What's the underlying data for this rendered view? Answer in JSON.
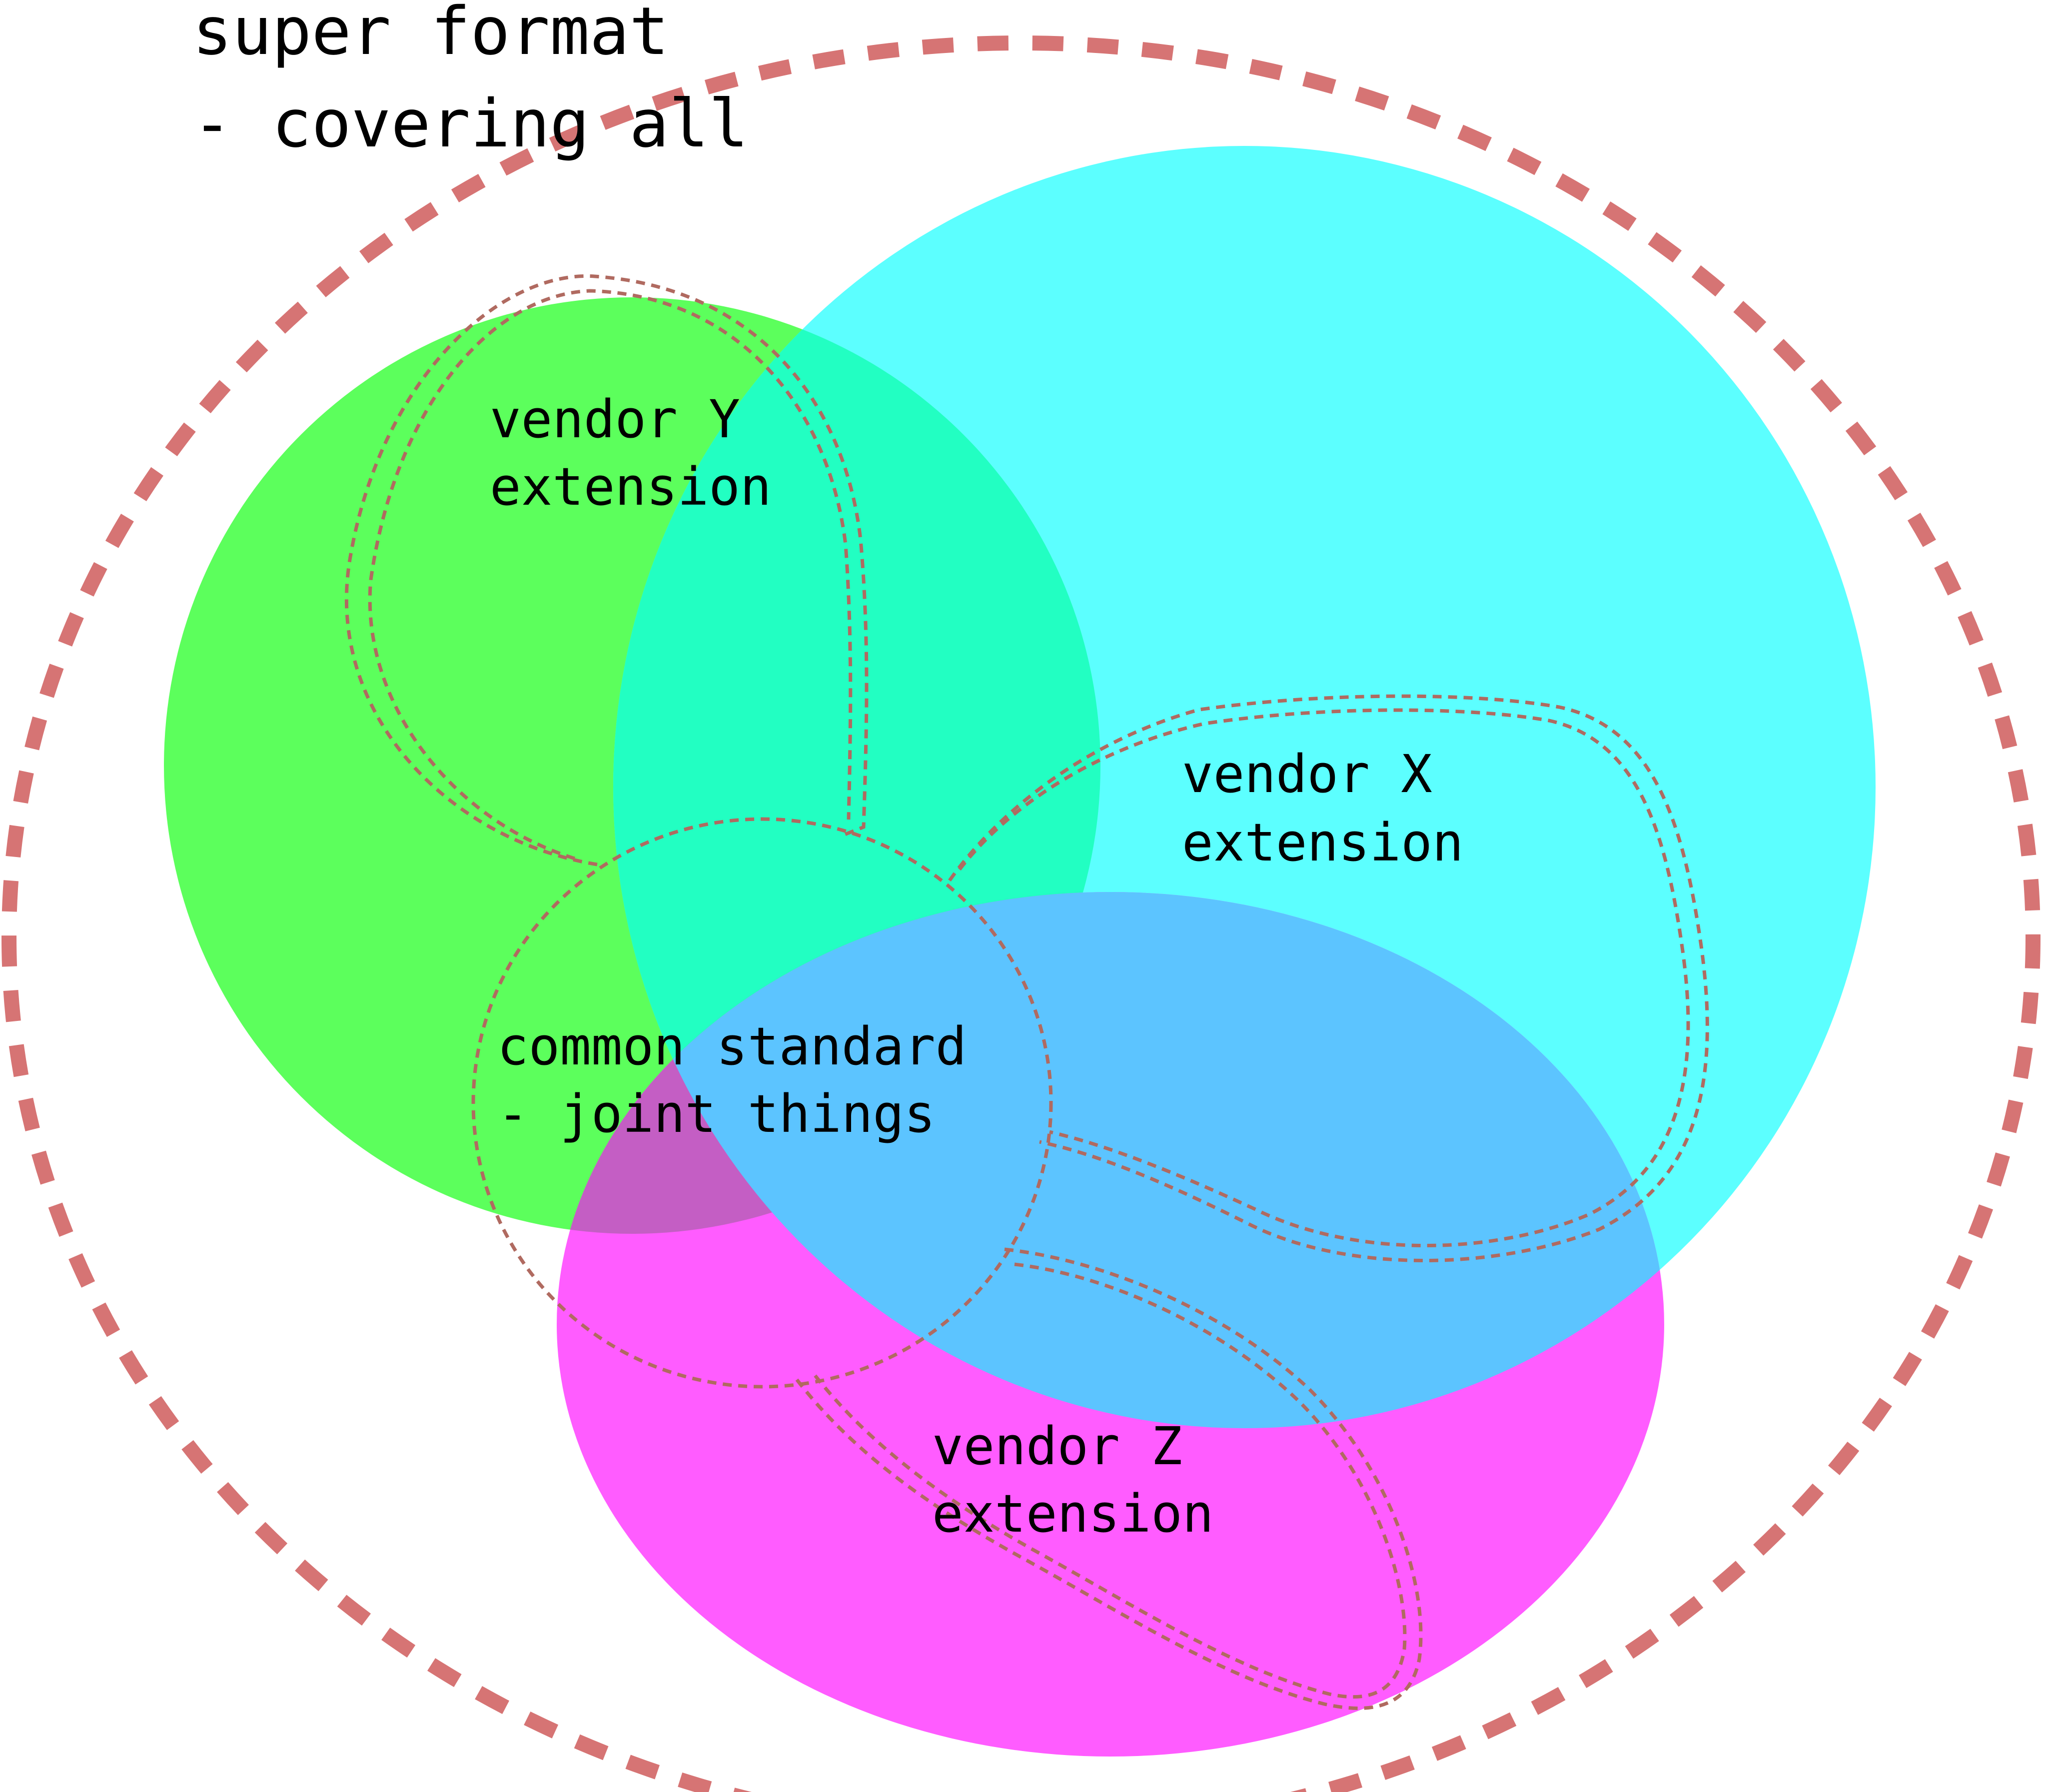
{
  "colors": {
    "vendor_y_circle": "#5cff5c",
    "vendor_x_circle": "#5cffff",
    "vendor_z_ellipse": "#ff5cff",
    "y_x_overlap": "#22ffc2",
    "y_z_overlap": "#c45ec4",
    "x_z_overlap": "#5cc4ff",
    "dashed_outline": "#d67474",
    "inner_dashes": "#b06a60",
    "text": "#000000"
  },
  "super_format": {
    "line1": "super format",
    "line2": "- covering all"
  },
  "vendor_y": {
    "line1": "vendor Y",
    "line2": "extension"
  },
  "vendor_x": {
    "line1": "vendor X",
    "line2": "extension"
  },
  "vendor_z": {
    "line1": "vendor Z",
    "line2": "extension"
  },
  "common_standard": {
    "line1": "common standard",
    "line2": "- joint things"
  }
}
